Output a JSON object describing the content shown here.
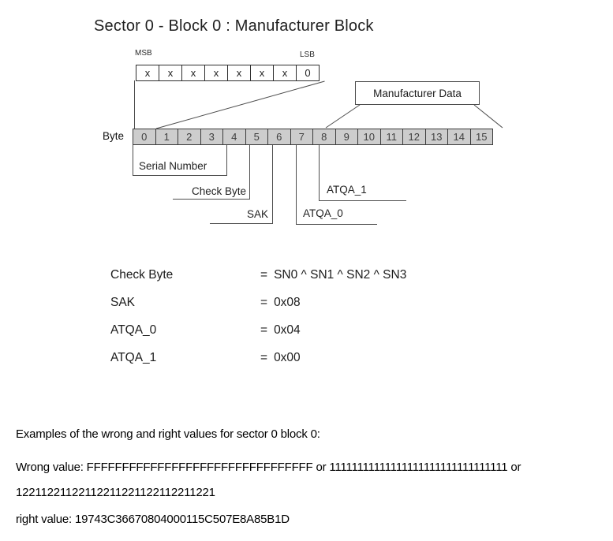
{
  "title": "Sector 0 - Block 0 :  Manufacturer Block",
  "bit_register": {
    "msb_label": "MSB",
    "lsb_label": "LSB",
    "cells": [
      "x",
      "x",
      "x",
      "x",
      "x",
      "x",
      "x",
      "0"
    ]
  },
  "manufacturer_data_label": "Manufacturer Data",
  "byte_row": {
    "label": "Byte",
    "cells": [
      "0",
      "1",
      "2",
      "3",
      "4",
      "5",
      "6",
      "7",
      "8",
      "9",
      "10",
      "11",
      "12",
      "13",
      "14",
      "15"
    ]
  },
  "field_labels": {
    "serial_number": "Serial Number",
    "check_byte": "Check Byte",
    "sak": "SAK",
    "atqa_1": "ATQA_1",
    "atqa_0": "ATQA_0"
  },
  "equations": {
    "equals_sign": "=",
    "rows": [
      {
        "label": "Check Byte",
        "value": "SN0 ^ SN1 ^ SN2 ^ SN3"
      },
      {
        "label": "SAK",
        "value": "0x08"
      },
      {
        "label": "ATQA_0",
        "value": "0x04"
      },
      {
        "label": "ATQA_1",
        "value": "0x00"
      }
    ]
  },
  "notes": {
    "intro": "Examples of the wrong and right values for sector 0 block 0:",
    "wrong_value_line1": "Wrong value: FFFFFFFFFFFFFFFFFFFFFFFFFFFFFFFF or 11111111111111111111111111111111 or",
    "wrong_value_line2": "12211221122112211221122112211221",
    "right_value": "right value: 19743C36670804000115C507E8A85B1D"
  },
  "colors": {
    "line": "#4d4d4d",
    "byte_cell_fill": "#cdcdcd",
    "background": "#ffffff"
  }
}
